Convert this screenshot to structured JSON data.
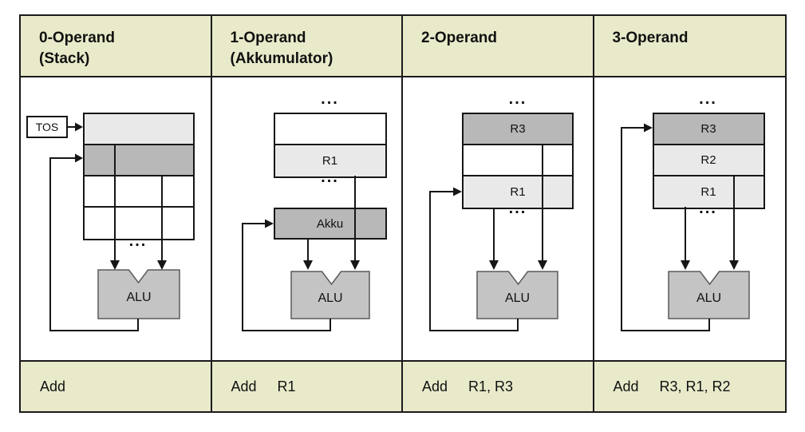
{
  "glyphs": {
    "ellipsis": "..."
  },
  "colors": {
    "header_bg": "#e9eaca",
    "register_dark": "#b8b8b8",
    "register_light": "#e9e9e9",
    "alu_fill": "#c4c4c4",
    "line_color": "#161616",
    "border_color": "#1a1a1a"
  },
  "columns": [
    {
      "header_lines": [
        "0-Operand",
        "(Stack)"
      ],
      "tos_label": "TOS",
      "alu_label": "ALU",
      "registers": [
        "",
        "",
        "",
        ""
      ],
      "caption": {
        "op": "Add",
        "args": ""
      }
    },
    {
      "header_lines": [
        "1-Operand",
        "(Akkumulator)"
      ],
      "akku_label": "Akku",
      "alu_label": "ALU",
      "registers": [
        "",
        "R1"
      ],
      "caption": {
        "op": "Add",
        "args": "R1"
      }
    },
    {
      "header_lines": [
        "2-Operand"
      ],
      "alu_label": "ALU",
      "registers": [
        "R3",
        "",
        "R1"
      ],
      "caption": {
        "op": "Add",
        "args": "R1, R3"
      }
    },
    {
      "header_lines": [
        "3-Operand"
      ],
      "alu_label": "ALU",
      "registers": [
        "R3",
        "R2",
        "R1"
      ],
      "caption": {
        "op": "Add",
        "args": "R3, R1, R2"
      }
    }
  ]
}
